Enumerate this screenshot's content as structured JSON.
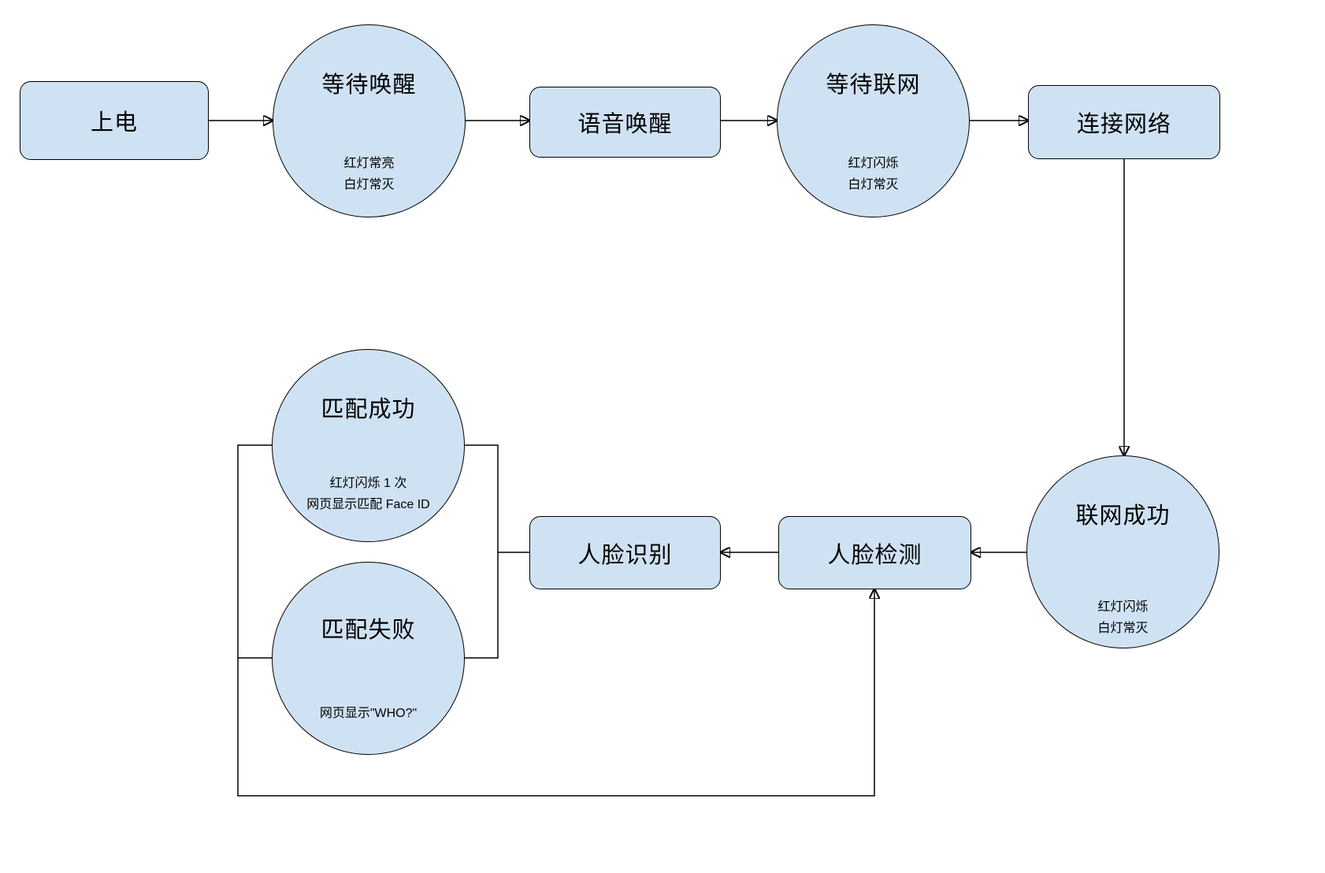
{
  "diagram": {
    "colors": {
      "node_fill": "#cfe2f3",
      "node_border": "#000000",
      "line": "#000000",
      "text": "#000000",
      "page_bg": "#ffffff"
    },
    "nodes": {
      "power_on": {
        "label": "上电"
      },
      "wait_wake": {
        "title": "等待唤醒",
        "sub1": "红灯常亮",
        "sub2": "白灯常灭"
      },
      "voice_wake": {
        "label": "语音唤醒"
      },
      "wait_network": {
        "title": "等待联网",
        "sub1": "红灯闪烁",
        "sub2": "白灯常灭"
      },
      "connect_network": {
        "label": "连接网络"
      },
      "network_success": {
        "title": "联网成功",
        "sub1": "红灯闪烁",
        "sub2": "白灯常灭"
      },
      "face_detect": {
        "label": "人脸检测"
      },
      "face_recognize": {
        "label": "人脸识别"
      },
      "match_success": {
        "title": "匹配成功",
        "sub1": "红灯闪烁 1 次",
        "sub2": "网页显示匹配 Face ID"
      },
      "match_fail": {
        "title": "匹配失败",
        "sub1": "网页显示\"WHO?\""
      }
    },
    "edges": [
      {
        "from": "power_on",
        "to": "wait_wake",
        "arrow": true
      },
      {
        "from": "wait_wake",
        "to": "voice_wake",
        "arrow": true
      },
      {
        "from": "voice_wake",
        "to": "wait_network",
        "arrow": true
      },
      {
        "from": "wait_network",
        "to": "connect_network",
        "arrow": true
      },
      {
        "from": "connect_network",
        "to": "network_success",
        "arrow": true
      },
      {
        "from": "network_success",
        "to": "face_detect",
        "arrow": true
      },
      {
        "from": "face_detect",
        "to": "face_recognize",
        "arrow": true
      },
      {
        "from": "face_recognize",
        "to": "match_success",
        "arrow": false
      },
      {
        "from": "face_recognize",
        "to": "match_fail",
        "arrow": false
      },
      {
        "from": "match_success",
        "to": "face_detect",
        "arrow": true
      },
      {
        "from": "match_fail",
        "to": "face_detect",
        "arrow": true
      }
    ]
  }
}
